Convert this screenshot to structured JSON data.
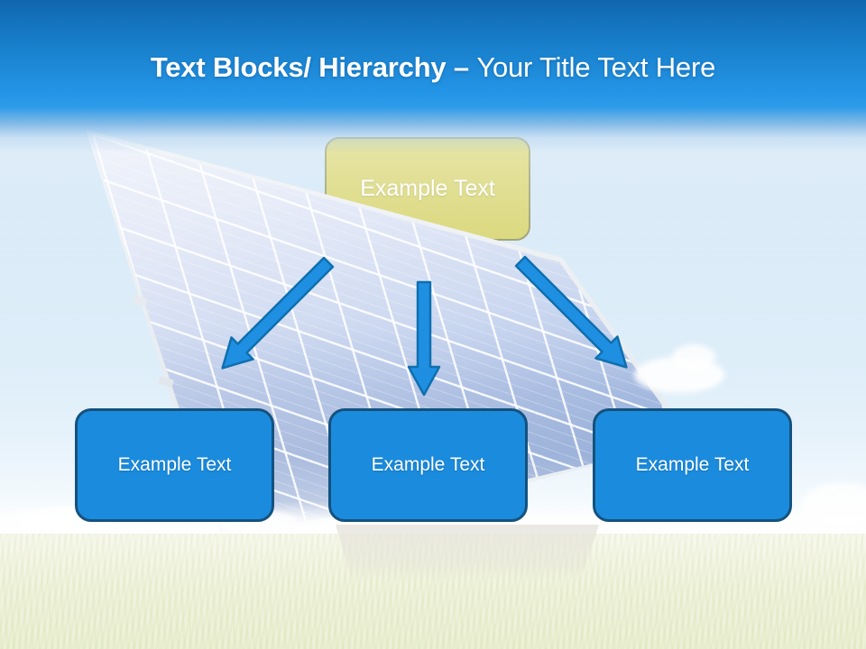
{
  "slide": {
    "header": {
      "title_emphasis": "Text Blocks/ Hierarchy –",
      "title_rest": "Your Title Text Here"
    },
    "diagram": {
      "root": {
        "label": "Example Text"
      },
      "children": [
        {
          "label": "Example Text"
        },
        {
          "label": "Example Text"
        },
        {
          "label": "Example Text"
        }
      ]
    },
    "background": {
      "description": "solar panel in grass field under blue sky"
    },
    "colors": {
      "header_blue": "#1e8ad8",
      "root_fill": "#c4c02b",
      "root_border": "#5f6b20",
      "child_fill": "#1b8cdd",
      "child_border": "#15517d",
      "arrow_fill": "#1f8fe2",
      "arrow_stroke": "#0f6fae",
      "text": "#ffffff"
    }
  }
}
